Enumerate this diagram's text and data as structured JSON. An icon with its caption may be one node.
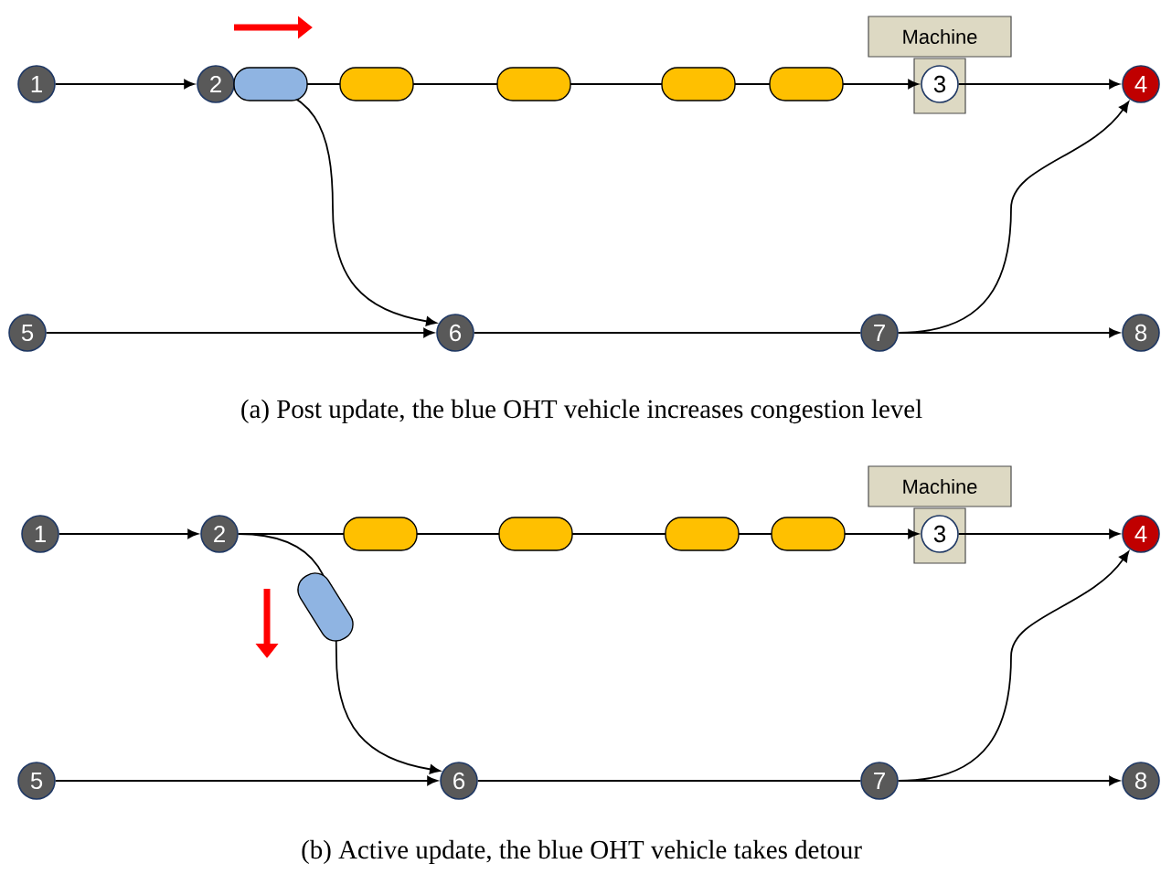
{
  "diagram": {
    "nodes": [
      {
        "text": [
          "1"
        ]
      },
      {
        "text": [
          "2"
        ]
      },
      {
        "text": [
          "3"
        ]
      },
      {
        "text": [
          "4"
        ]
      },
      {
        "text": [
          "5"
        ]
      },
      {
        "text": [
          "6"
        ]
      },
      {
        "text": [
          "7"
        ]
      },
      {
        "text": [
          "8"
        ]
      },
      {
        "text": [
          "Machine"
        ]
      },
      {
        "text": [
          "1"
        ]
      },
      {
        "text": [
          "2"
        ]
      },
      {
        "text": [
          "3"
        ]
      },
      {
        "text": [
          "4"
        ]
      },
      {
        "text": [
          "5"
        ]
      },
      {
        "text": [
          "6"
        ]
      },
      {
        "text": [
          "7"
        ]
      },
      {
        "text": [
          "8"
        ]
      },
      {
        "text": [
          "Machine"
        ]
      }
    ],
    "edges": [
      {
        "from": 0,
        "to": 1,
        "arrow": "to"
      },
      {
        "from": 1,
        "to": 2,
        "arrow": "to"
      },
      {
        "from": 2,
        "to": 3,
        "arrow": "to"
      },
      {
        "from": 1,
        "to": 5,
        "arrow": "to"
      },
      {
        "from": 4,
        "to": 5,
        "arrow": "to"
      },
      {
        "from": 5,
        "to": 6,
        "arrow": "none"
      },
      {
        "from": 6,
        "to": 3,
        "arrow": "to"
      },
      {
        "from": 6,
        "to": 7,
        "arrow": "to"
      },
      {
        "from": 9,
        "to": 10,
        "arrow": "to"
      },
      {
        "from": 10,
        "to": 11,
        "arrow": "to"
      },
      {
        "from": 11,
        "to": 12,
        "arrow": "to"
      },
      {
        "from": 10,
        "to": 14,
        "arrow": "to"
      },
      {
        "from": 13,
        "to": 14,
        "arrow": "to"
      },
      {
        "from": 14,
        "to": 15,
        "arrow": "none"
      },
      {
        "from": 15,
        "to": 12,
        "arrow": "to"
      },
      {
        "from": 15,
        "to": 16,
        "arrow": "to"
      }
    ],
    "labels": [
      "(a) Post update, the blue OHT vehicle increases congestion level",
      "(b) Active update, the blue OHT vehicle takes detour"
    ]
  }
}
